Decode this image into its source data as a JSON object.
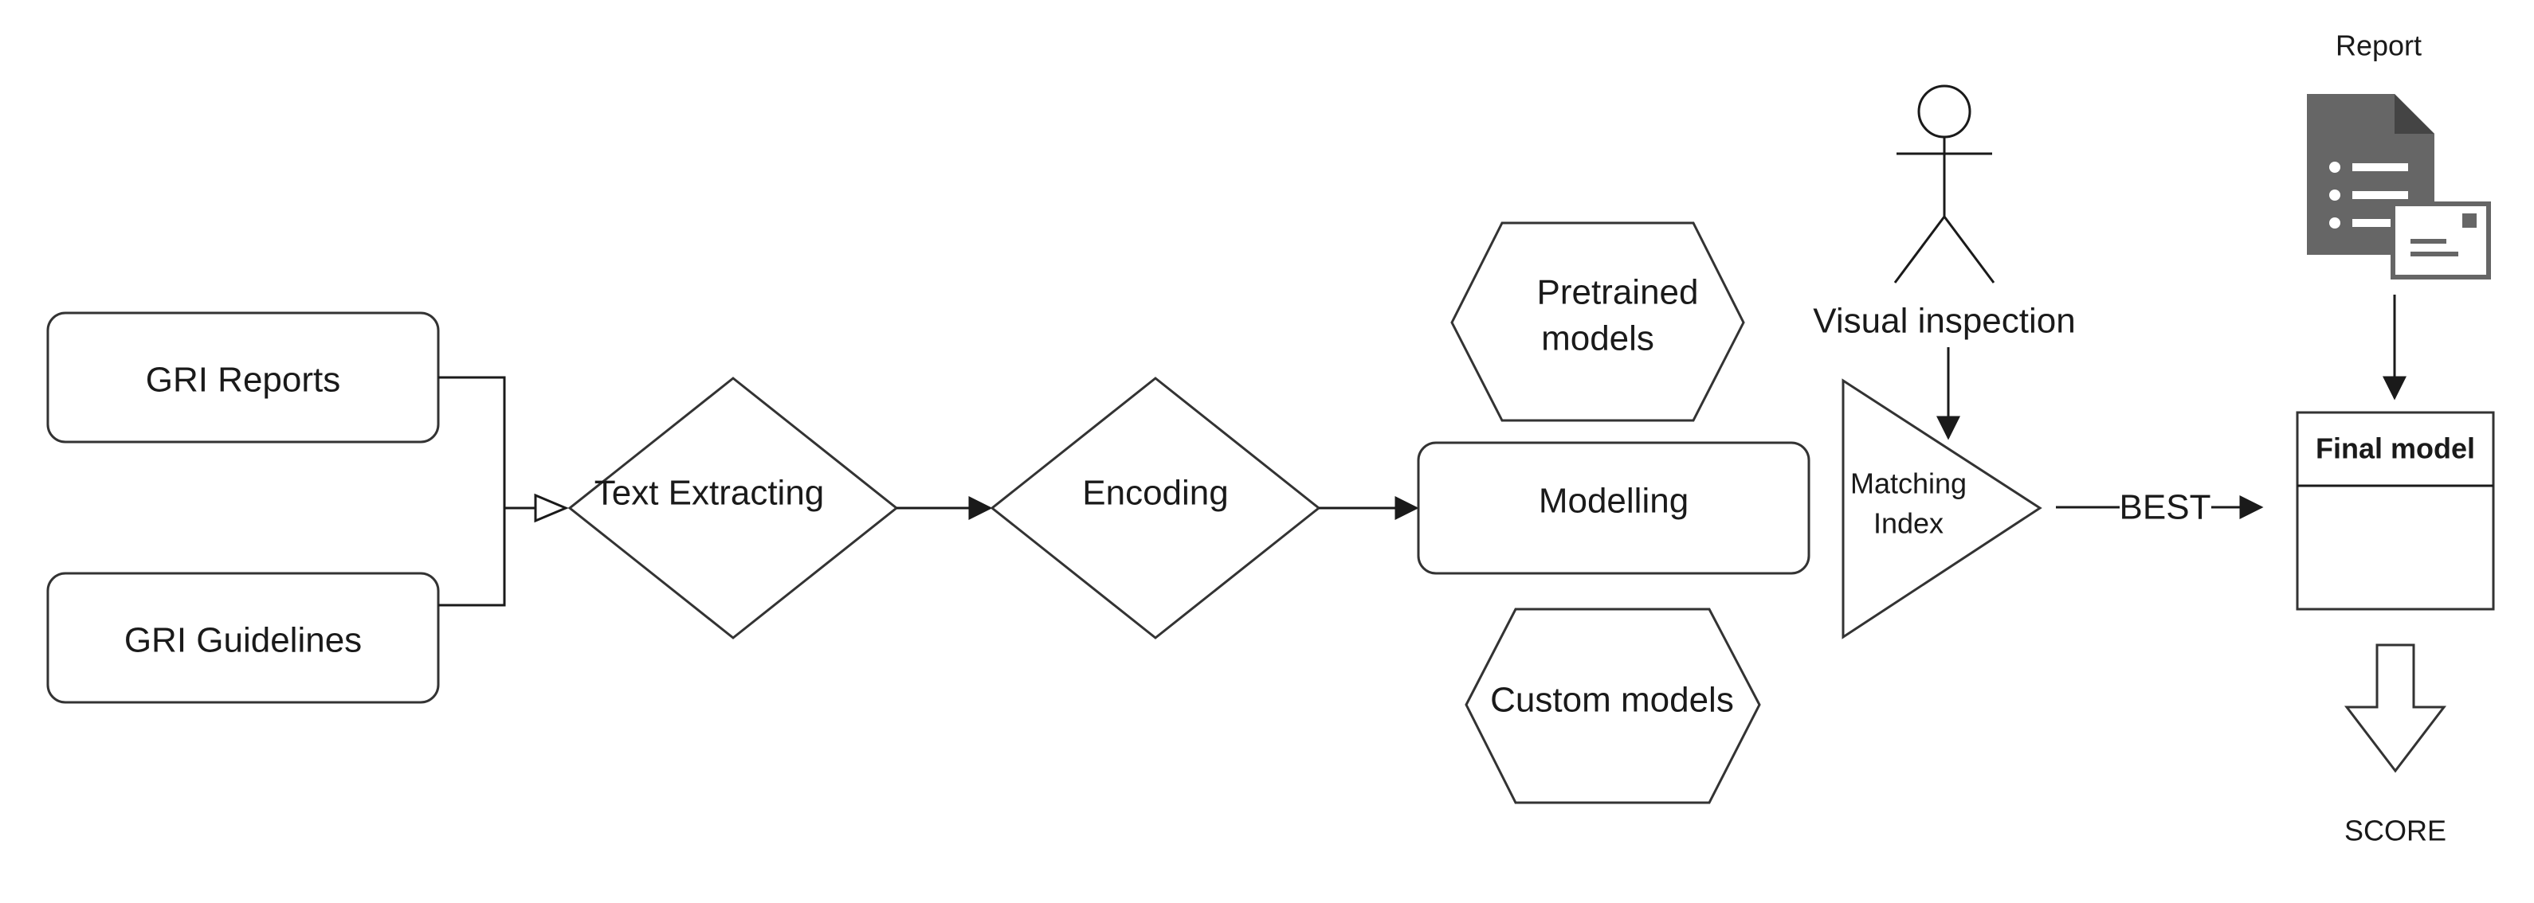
{
  "nodes": {
    "gri_reports": "GRI Reports",
    "gri_guidelines": "GRI Guidelines",
    "text_extracting": "Text Extracting",
    "encoding": "Encoding",
    "pretrained_models": [
      "Pretrained",
      "models"
    ],
    "modelling": "Modelling",
    "custom_models": "Custom models",
    "visual_inspection": "Visual inspection",
    "matching_index": [
      "Matching",
      "Index"
    ],
    "report": "Report",
    "final_model": "Final model",
    "score": "SCORE"
  },
  "edges": {
    "best_label": "BEST"
  },
  "icons": [
    "person-icon",
    "document-icon",
    "down-arrow-icon"
  ],
  "colors": {
    "stroke": "#333333",
    "text": "#1a1a1a",
    "doc_icon": "#666666"
  }
}
